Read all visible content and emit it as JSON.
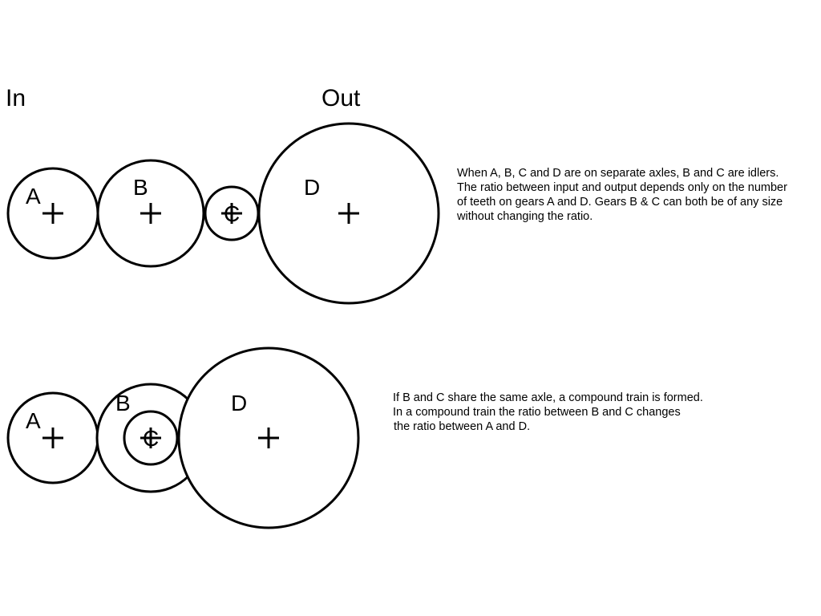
{
  "io_labels": {
    "input": "In",
    "output": "Out"
  },
  "separate_axles_train": {
    "gears": [
      {
        "id": "A",
        "label": "A"
      },
      {
        "id": "B",
        "label": "B"
      },
      {
        "id": "C",
        "label": "C"
      },
      {
        "id": "D",
        "label": "D"
      }
    ],
    "caption": [
      "When A, B, C and D are on separate axles, B and C are idlers.",
      "The ratio between input and output depends only on the number",
      "of teeth on gears A and D.  Gears B & C can both be of any size",
      "without changing the ratio."
    ]
  },
  "compound_train": {
    "gears": [
      {
        "id": "A",
        "label": "A"
      },
      {
        "id": "B",
        "label": "B"
      },
      {
        "id": "C",
        "label": "C"
      },
      {
        "id": "D",
        "label": "D"
      }
    ],
    "caption": [
      "If B and C share the same axle, a compound train is formed.",
      "In a compound train the ratio between B and C changes",
      "the ratio between A and D."
    ]
  },
  "colors": {
    "stroke": "#000000",
    "background": "#ffffff"
  }
}
